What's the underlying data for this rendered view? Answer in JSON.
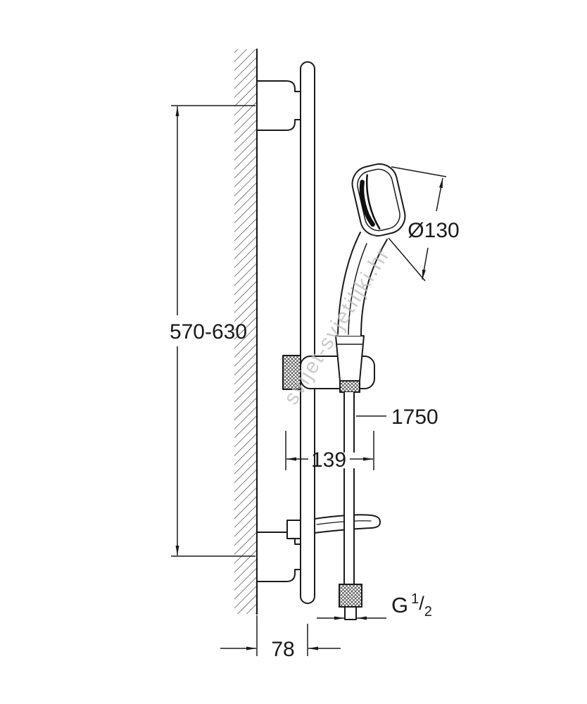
{
  "dimensions": {
    "mount_distance": "570-630",
    "head_diameter": "Ø130",
    "hose_length": "1750",
    "holder_width": "139",
    "wall_offset": "78",
    "thread": {
      "prefix": "G",
      "numerator": "1",
      "slash": "/",
      "denominator": "2"
    }
  },
  "watermark": {
    "text": "svijet-svjetiljki.hr"
  },
  "colors": {
    "line": "#1a1a1a",
    "watermark": "#bcbcbc"
  }
}
